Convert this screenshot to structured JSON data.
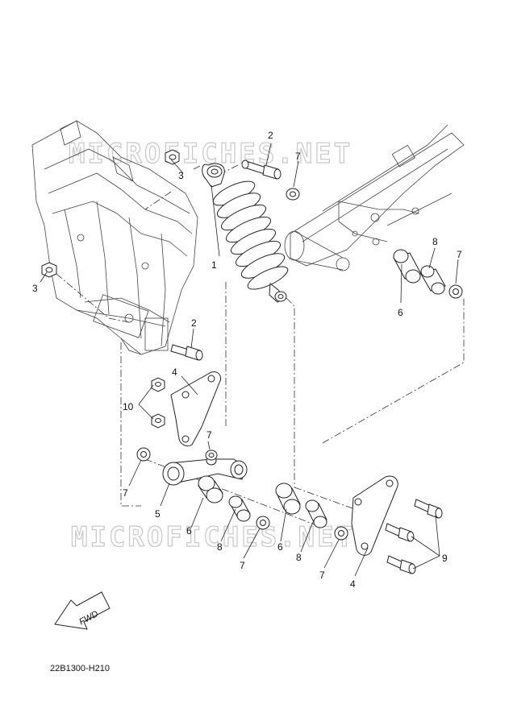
{
  "watermark": "MICROFICHES.NET",
  "diagram_code": "22B1300-H210",
  "fwd_label": "FWD",
  "callouts": {
    "c1": "1",
    "c2a": "2",
    "c2b": "2",
    "c3a": "3",
    "c3b": "3",
    "c4a": "4",
    "c4b": "4",
    "c5": "5",
    "c6a": "6",
    "c6b": "6",
    "c6c": "6",
    "c7a": "7",
    "c7b": "7",
    "c7c": "7",
    "c7d": "7",
    "c7e": "7",
    "c7f": "7",
    "c8a": "8",
    "c8b": "8",
    "c8c": "8",
    "c9": "9",
    "c10": "10"
  }
}
